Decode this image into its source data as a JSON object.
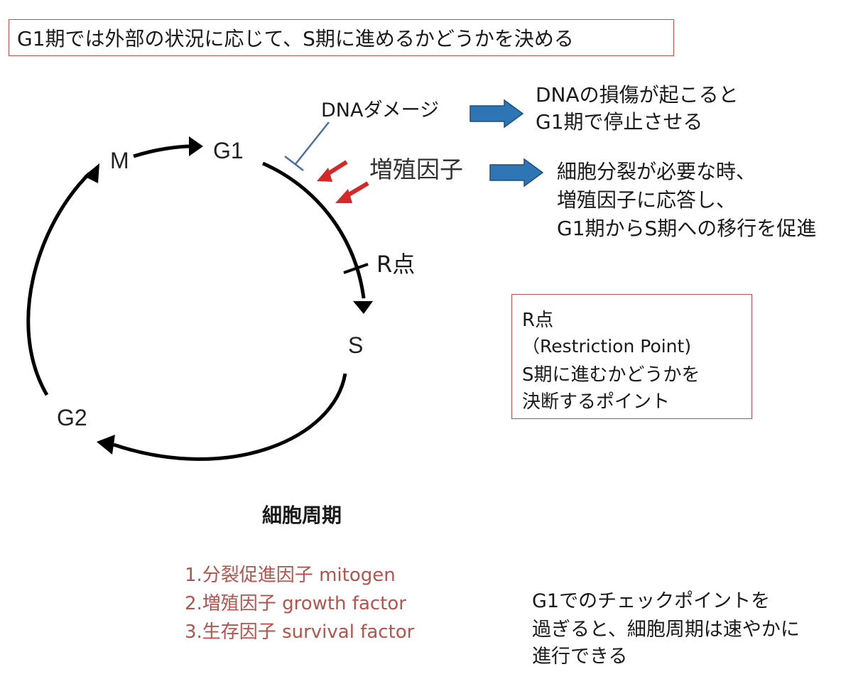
{
  "title": "G1期では外部の状況に応じて、S期に進めるかどうかを決める",
  "stages": {
    "m": "M",
    "g1": "G1",
    "s": "S",
    "g2": "G2"
  },
  "r_point_label": "R点",
  "dna_damage": {
    "label": "DNAダメージ",
    "note_lines": [
      "DNAの損傷が起こると",
      "G1期で停止させる"
    ]
  },
  "growth_factor": {
    "label": "増殖因子",
    "note_lines": [
      "細胞分裂が必要な時、",
      "増殖因子に応答し、",
      "G1期からS期への移行を促進"
    ]
  },
  "r_point_box": {
    "lines": [
      "R点",
      "（Restriction Point)",
      "S期に進むかどうかを",
      "決断するポイント"
    ]
  },
  "caption": "細胞周期",
  "factors": [
    "1.分裂促進因子 mitogen",
    "2.増殖因子 growth factor",
    "3.生存因子 survival factor"
  ],
  "summary_lines": [
    "G1でのチェックポイントを",
    "過ぎると、細胞周期は速やかに",
    "進行できる"
  ],
  "colors": {
    "box_border": "#b5534c",
    "factor_text": "#b5534c",
    "blue_arrow": "#2e75b6",
    "red_arrow": "#d62828",
    "inhibitor": "#4a6fa5"
  }
}
